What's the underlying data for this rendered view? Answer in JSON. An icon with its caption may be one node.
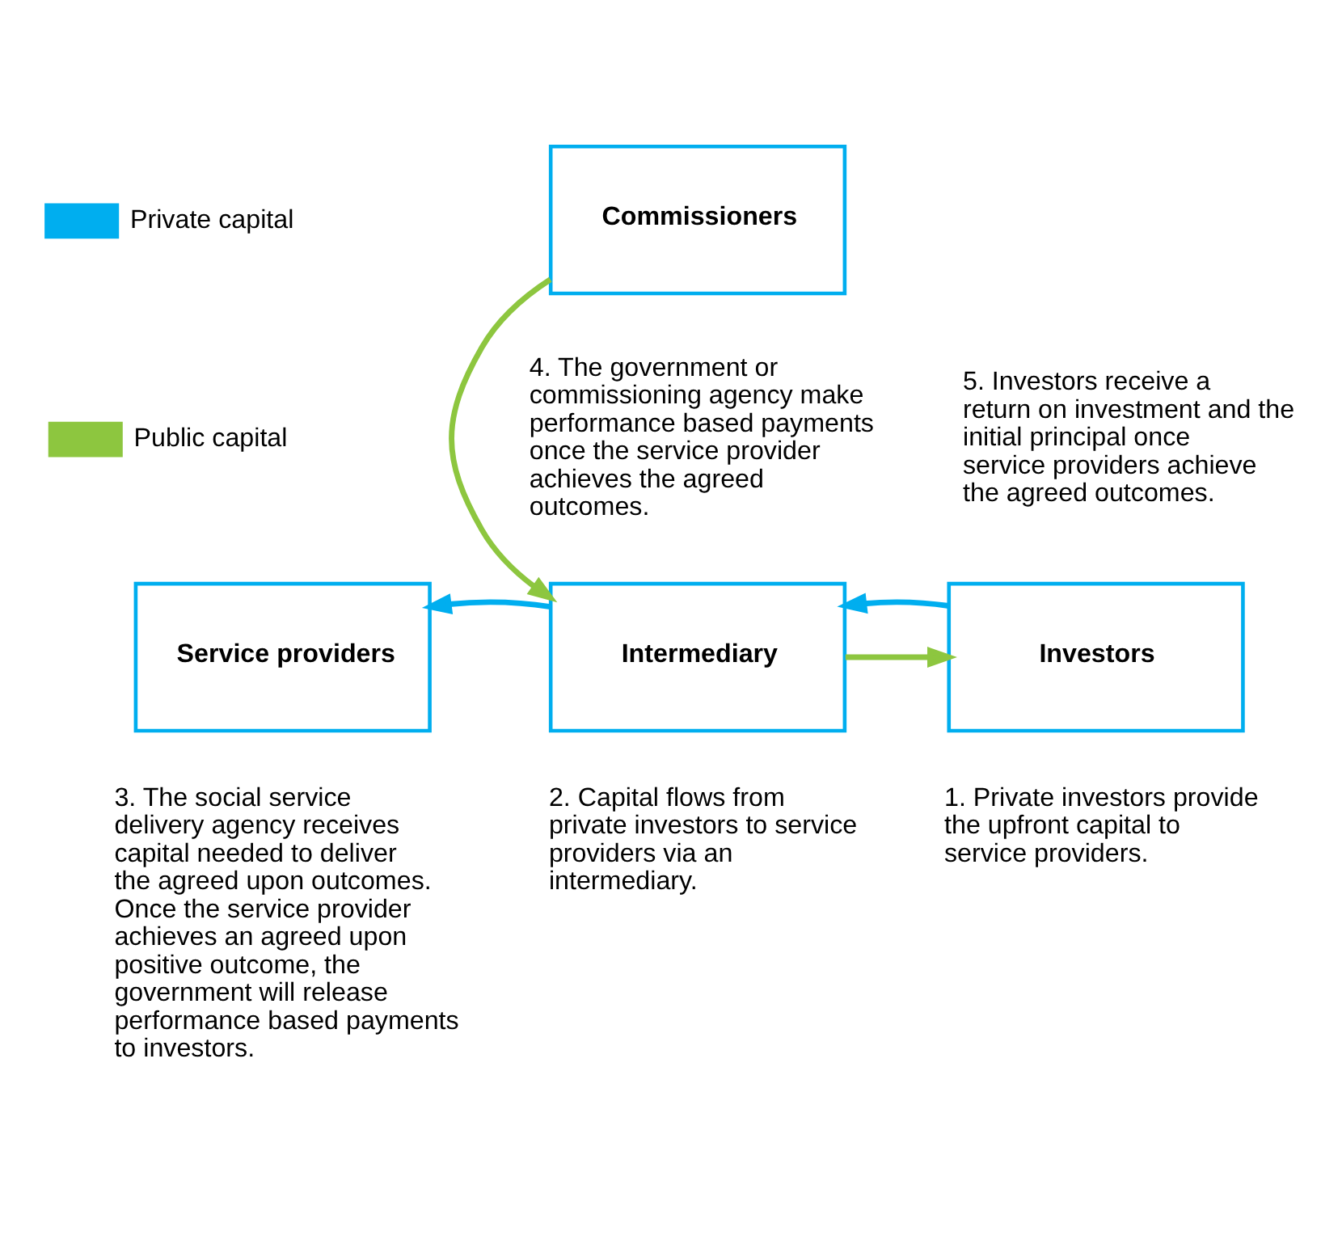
{
  "diagram": {
    "nodes": [
      {
        "text": [
          "Commissioners"
        ]
      },
      {
        "text": [
          "Service providers"
        ],
        "beside": [
          "3. The social service delivery agency receives capital needed to deliver the agreed upon outcomes. Once the service provider achieves an agreed upon positive outcome, the government will release performance based payments to investors."
        ]
      },
      {
        "text": [
          "Intermediary"
        ],
        "beside": [
          "2. Capital flows from private investors to service providers via an intermediary."
        ]
      },
      {
        "text": [
          "Investors"
        ],
        "beside": [
          "1. Private investors provide the upfront capital to service providers."
        ]
      }
    ],
    "edges": [
      {
        "from": 0,
        "to": 2,
        "arrow": "to",
        "color": "#8dc63f"
      },
      {
        "from": 2,
        "to": 1,
        "arrow": "to",
        "color": "#00aeef"
      },
      {
        "from": 2,
        "to": 3,
        "arrow": "to",
        "color": "#8dc63f"
      },
      {
        "from": 3,
        "to": 2,
        "arrow": "to",
        "color": "#00aeef"
      }
    ],
    "labels": [
      "4. The government or commissioning agency make performance based payments once the service provider achieves the agreed outcomes.",
      "5. Investors receive a return on investment and the initial principal once service providers achieve the agreed outcomes."
    ],
    "legend": [
      {
        "text": "Private capital",
        "color": "#00aeef"
      },
      {
        "text": "Public capital",
        "color": "#8dc63f"
      }
    ]
  }
}
